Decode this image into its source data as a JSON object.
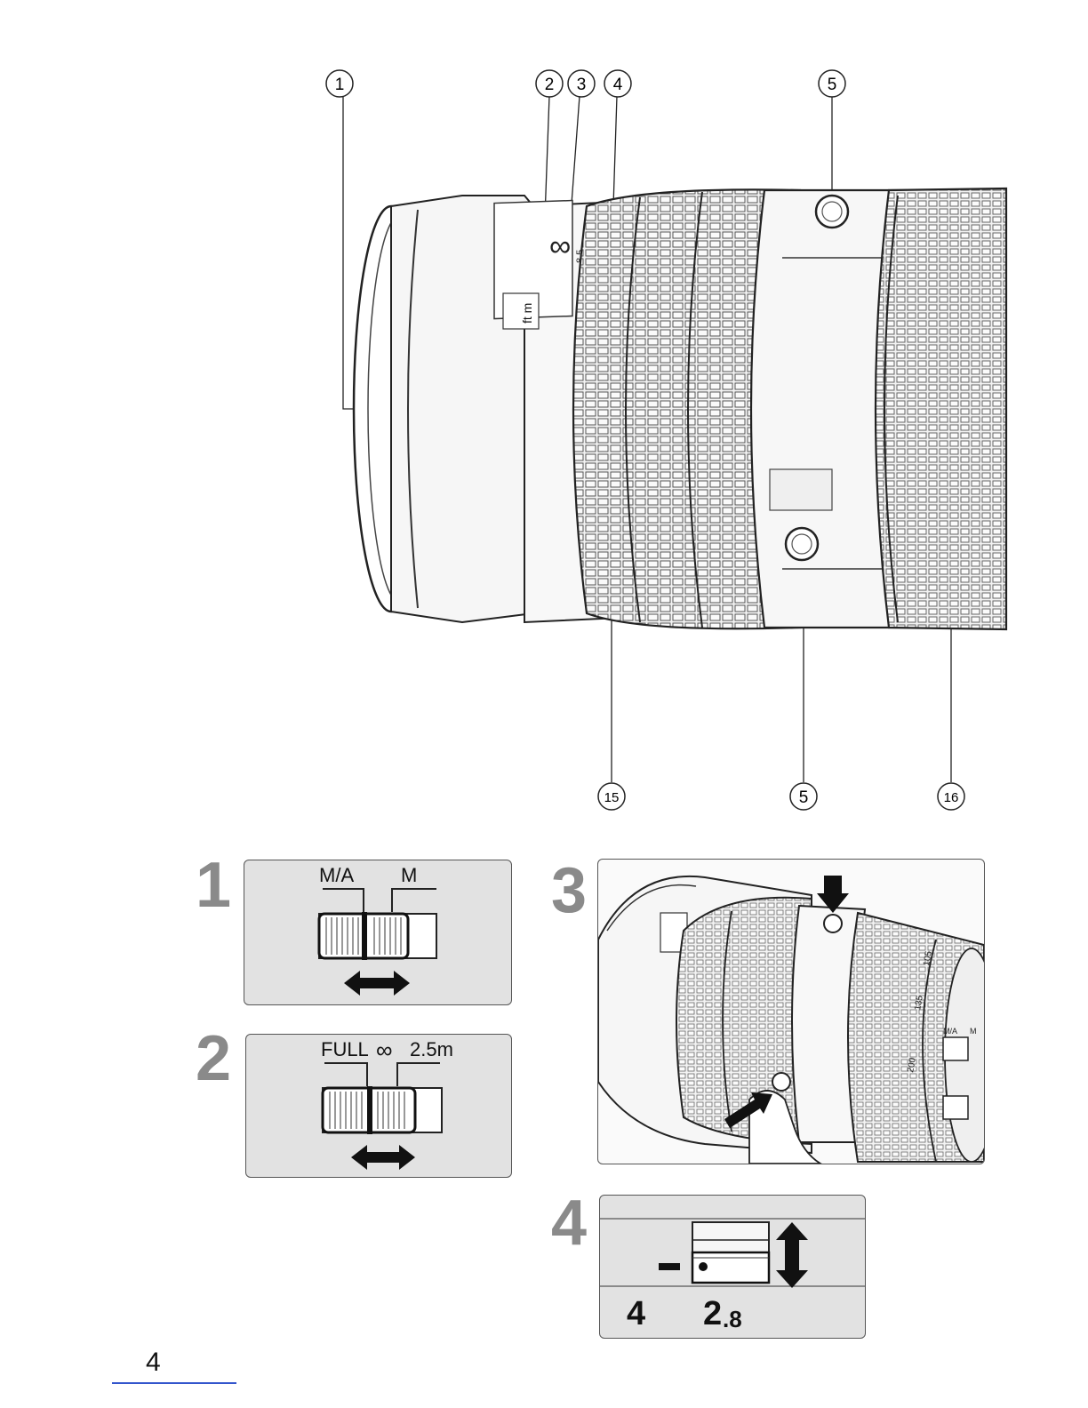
{
  "callouts": {
    "c1": "1",
    "c2": "2",
    "c3": "3",
    "c4": "4",
    "c5_top": "5",
    "c15": "15",
    "c5_bottom": "5",
    "c16": "16"
  },
  "lens_markings": {
    "scale_units": "ft m",
    "infinity_mark": "∞",
    "distance_mark": "8.5"
  },
  "steps": {
    "s1": {
      "number": "1",
      "label_left": "M/A",
      "label_right": "M"
    },
    "s2": {
      "number": "2",
      "label_left": "FULL",
      "label_mid": "∞",
      "label_right": "2.5m"
    },
    "s3": {
      "number": "3",
      "ring_labels": [
        "135",
        "105",
        "200",
        "M/A",
        "M"
      ]
    },
    "s4": {
      "number": "4",
      "aperture_left": "4",
      "aperture_right": "2",
      "aperture_right_small": ".8"
    }
  },
  "page_number": "4",
  "colors": {
    "panel_bg": "#e2e2e2",
    "step_number": "#8a8a8a",
    "footer_rule": "#3355cc"
  }
}
